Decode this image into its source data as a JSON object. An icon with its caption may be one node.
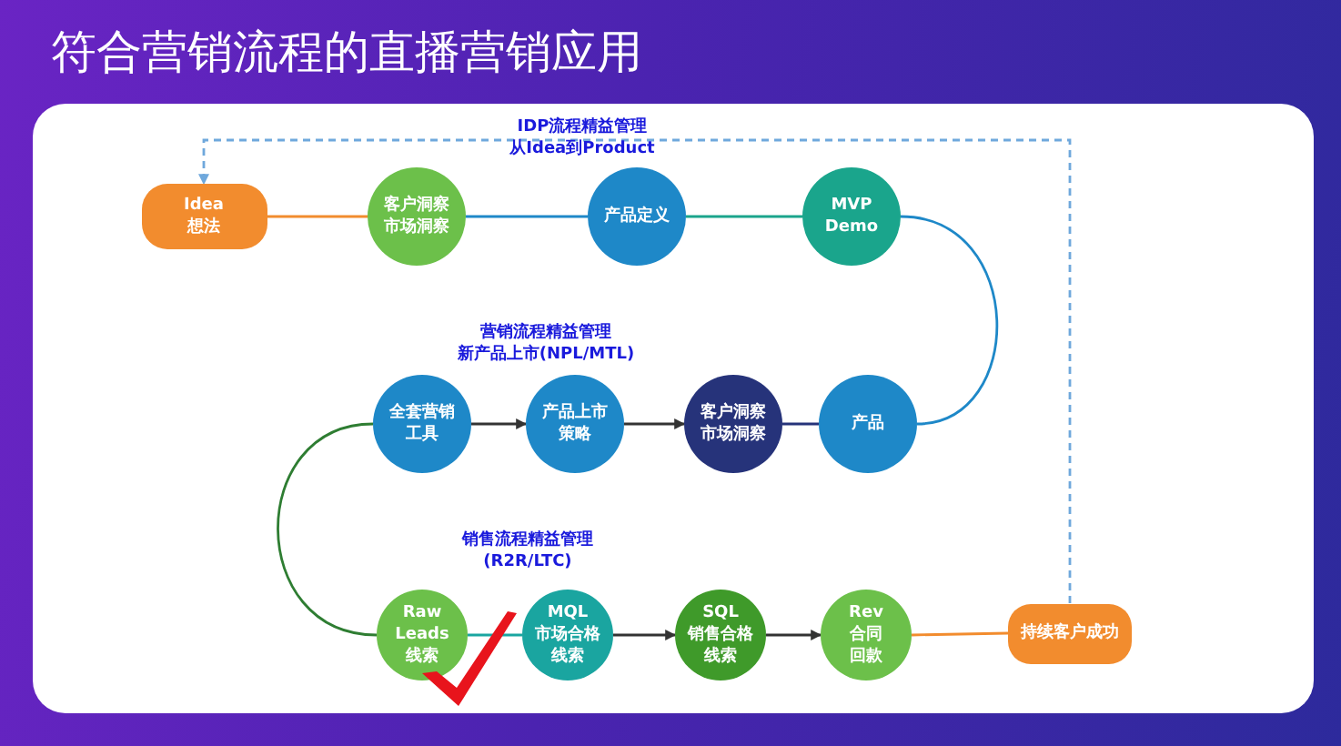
{
  "diagram": {
    "title": "符合营销流程的直播营销应用",
    "nodes": [
      {
        "text": [
          "Idea 想法"
        ]
      },
      {
        "text": [
          "客户洞察市场洞察"
        ]
      },
      {
        "text": [
          "产品定义"
        ]
      },
      {
        "text": [
          "MVP Demo"
        ]
      },
      {
        "text": [
          "全套营销工具"
        ]
      },
      {
        "text": [
          "产品上市策略"
        ]
      },
      {
        "text": [
          "客户洞察市场洞察"
        ]
      },
      {
        "text": [
          "产品"
        ]
      },
      {
        "text": [
          "Raw Leads 线索"
        ]
      },
      {
        "text": [
          "MQL 市场合格线索"
        ]
      },
      {
        "text": [
          "SQL 销售合格线索"
        ]
      },
      {
        "text": [
          "Rev 合同回款"
        ]
      },
      {
        "text": [
          "持续客户成功"
        ]
      }
    ],
    "edges": [
      {
        "from": 0,
        "to": 1,
        "arrow": "none",
        "color": "#f28c2e"
      },
      {
        "from": 1,
        "to": 2,
        "arrow": "none",
        "color": "#1e88c8"
      },
      {
        "from": 2,
        "to": 3,
        "arrow": "none",
        "color": "#1aa58c"
      },
      {
        "from": 3,
        "to": 7,
        "arrow": "none",
        "color": "#1e88c8"
      },
      {
        "from": 4,
        "to": 5,
        "arrow": "to"
      },
      {
        "from": 5,
        "to": 6,
        "arrow": "to"
      },
      {
        "from": 6,
        "to": 7,
        "arrow": "none",
        "color": "#26337a"
      },
      {
        "from": 4,
        "to": 8,
        "arrow": "none",
        "color": "#2e7d32"
      },
      {
        "from": 8,
        "to": 9,
        "arrow": "none",
        "color": "#1aa5a0"
      },
      {
        "from": 9,
        "to": 10,
        "arrow": "to"
      },
      {
        "from": 10,
        "to": 11,
        "arrow": "to"
      },
      {
        "from": 11,
        "to": 12,
        "arrow": "none",
        "color": "#f28c2e"
      },
      {
        "from": 12,
        "to": 0,
        "arrow": "to",
        "style": "dashed",
        "color": "#6fa8dc"
      }
    ],
    "labels": [
      "IDP流程精益管理从Idea到Product",
      "营销流程精益管理新产品上市(NPL/MTL)",
      "销售流程精益管理 (R2R/LTC)"
    ]
  }
}
